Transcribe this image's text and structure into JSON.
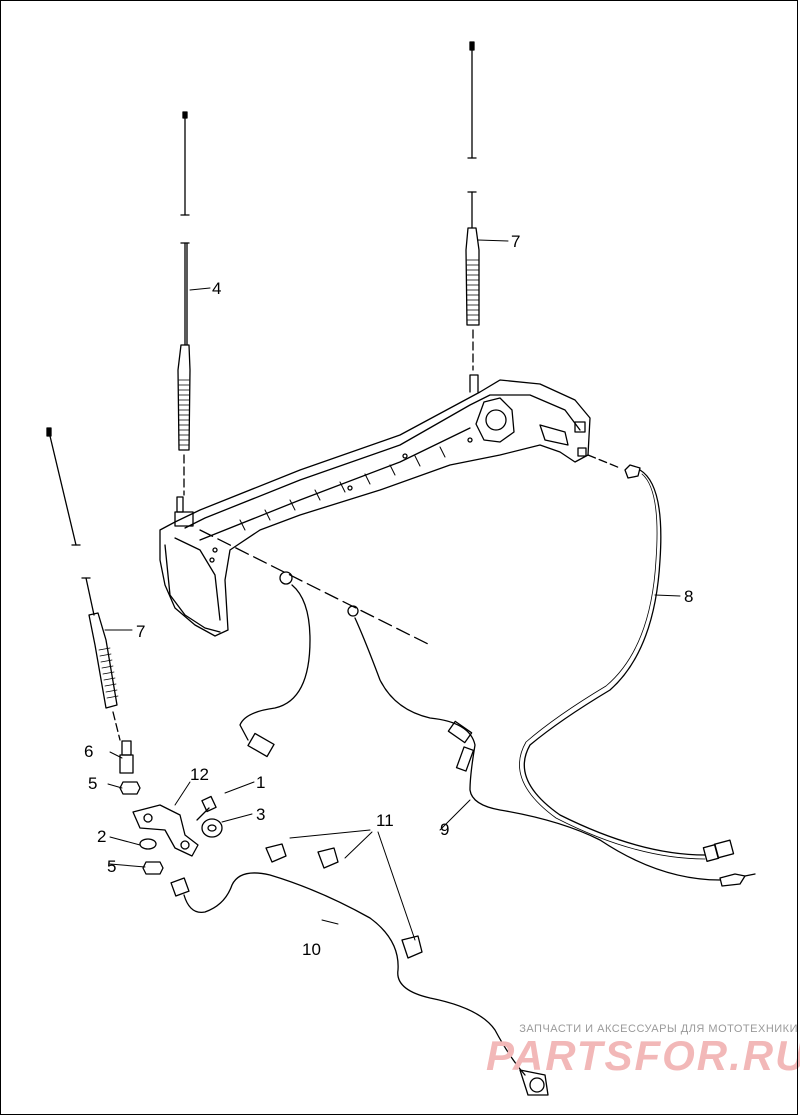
{
  "callouts": {
    "n1": "1",
    "n2": "2",
    "n3": "3",
    "n4": "4",
    "n5a": "5",
    "n5b": "5",
    "n6": "6",
    "n7a": "7",
    "n7b": "7",
    "n8": "8",
    "n9": "9",
    "n10": "10",
    "n11": "11",
    "n12": "12"
  },
  "watermark": {
    "tagline": "ЗАПЧАСТИ И АКСЕССУАРЫ ДЛЯ МОТОТЕХНИКИ",
    "logo": "PARTSFOR.RU"
  }
}
